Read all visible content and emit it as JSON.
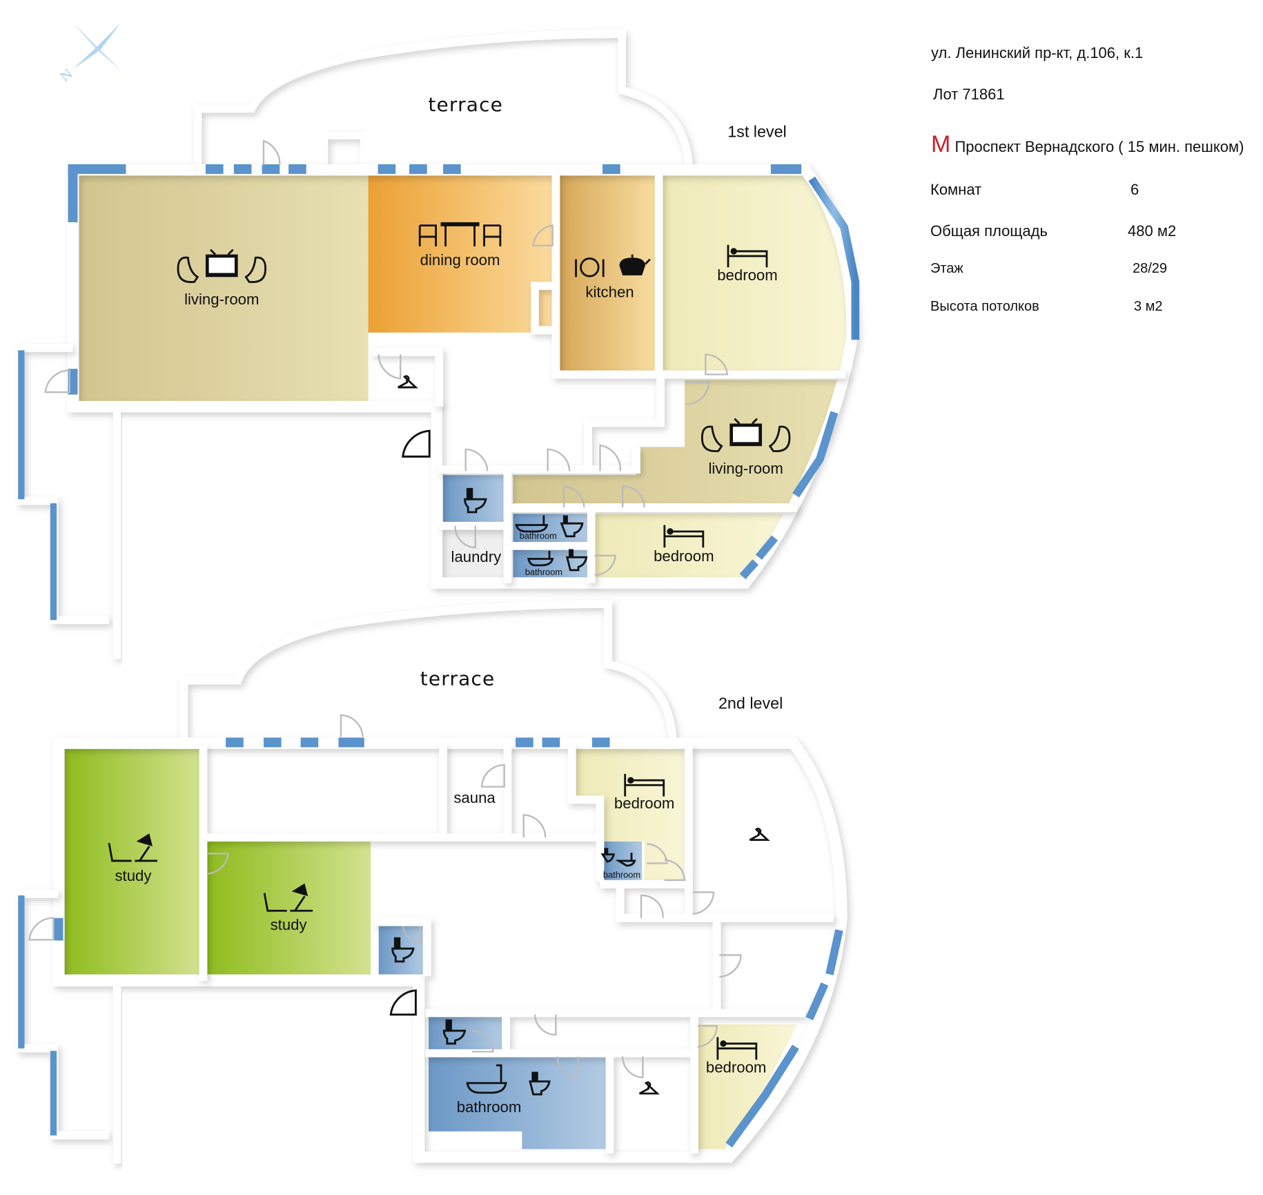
{
  "compass": {
    "north_label": "N"
  },
  "info": {
    "address": "ул. Ленинский пр-кт, д.106, к.1",
    "lot": "Лот  71861",
    "metro_mark": "М",
    "metro_station": "Проспект Вернадского ( 15 мин. пешком)",
    "rows": [
      {
        "label": "Комнат",
        "value": "6"
      },
      {
        "label": "Общая площадь",
        "value": "480 м2"
      },
      {
        "label": "Этаж",
        "value": "28/29"
      },
      {
        "label": "Высота потолков",
        "value": "3 м2"
      }
    ],
    "metro_color": "#c8202a"
  },
  "level1": {
    "title": "1st level",
    "terrace": "terrace",
    "rooms": {
      "living_room": "living-room",
      "dining_room": "dining room",
      "kitchen": "kitchen",
      "bedroom_a": "bedroom",
      "living_room_b": "living-room",
      "laundry": "laundry",
      "bathroom_a": "bathroom",
      "bathroom_b": "bathroom",
      "bedroom_b": "bedroom"
    }
  },
  "level2": {
    "title": "2nd level",
    "terrace": "terrace",
    "rooms": {
      "study_a": "study",
      "study_b": "study",
      "sauna": "sauna",
      "bedroom_a": "bedroom",
      "bathroom_small": "bathroom",
      "bathroom_big": "bathroom",
      "bedroom_b": "bedroom"
    }
  },
  "colors": {
    "living": "#d9cf9c",
    "dining": "#f0b054",
    "kitchen": "#e4bd6e",
    "bedroom": "#f6f3cc",
    "bath": "#7fa5cd",
    "study": "#a8c83c",
    "window": "#5b93cc"
  }
}
